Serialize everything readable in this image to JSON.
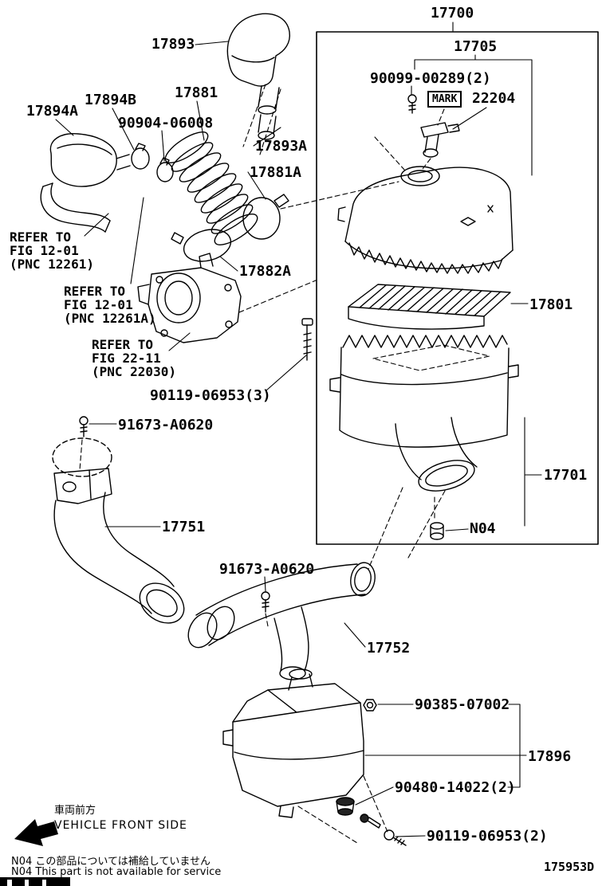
{
  "diagram": {
    "code": "175953D",
    "parts": {
      "assy": "17700",
      "cap_sub_assy": "17705",
      "screw_90099": "90099-00289(2)",
      "mark": "MARK",
      "maf_sensor": "22204",
      "inlet": "17893",
      "clamp_17894b": "17894B",
      "hose_17881": "17881",
      "resonator_17894a": "17894A",
      "clamp_90904": "90904-06008",
      "hose_17893a": "17893A",
      "clamp_17881a": "17881A",
      "clamp_17882a": "17882A",
      "element": "17801",
      "bolt_90119_3": "90119-06953(3)",
      "screw_91673_a": "91673-A0620",
      "hose_17751": "17751",
      "case": "17701",
      "n04": "N04",
      "screw_91673_b": "91673-A0620",
      "hose_17752": "17752",
      "nut_90385": "90385-07002",
      "resonator_17896": "17896",
      "cushion_90480": "90480-14022(2)",
      "bolt_90119_2": "90119-06953(2)"
    },
    "references": {
      "ref1": {
        "l1": "REFER TO",
        "l2": "FIG 12-01",
        "l3": "(PNC 12261)"
      },
      "ref2": {
        "l1": "REFER TO",
        "l2": "FIG 12-01",
        "l3": "(PNC 12261A)"
      },
      "ref3": {
        "l1": "REFER TO",
        "l2": "FIG 22-11",
        "l3": "(PNC 22030)"
      }
    },
    "vehicle_front": {
      "jp": "車両前方",
      "en": "VEHICLE FRONT SIDE"
    },
    "notes": {
      "jp": "N04 この部品については補給していません",
      "en": "N04 This part is not available for service"
    }
  }
}
